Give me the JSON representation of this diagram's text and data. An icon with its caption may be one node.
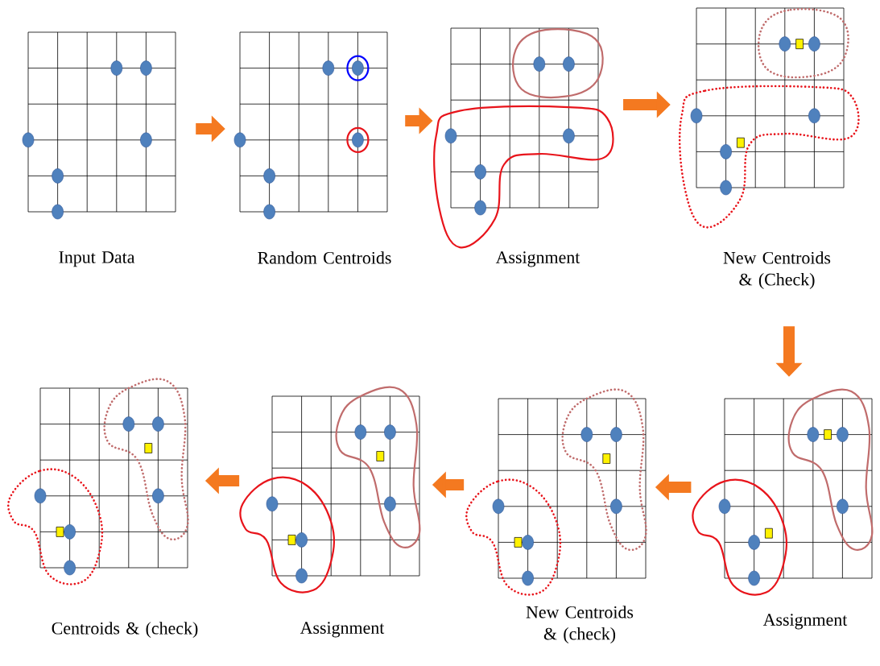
{
  "diagram": {
    "nodes": [
      {
        "text": [
          "Input Data"
        ]
      },
      {
        "text": [
          "Random Centroids"
        ]
      },
      {
        "text": [
          "Assignment"
        ]
      },
      {
        "text": [
          "New Centroids & (Check)"
        ]
      },
      {
        "text": [
          "Assignment"
        ]
      },
      {
        "text": [
          "New Centroids & (check)"
        ]
      },
      {
        "text": [
          "Assignment"
        ]
      },
      {
        "text": [
          "Centroids & (check)"
        ]
      }
    ],
    "edges": [
      {
        "from": 0,
        "to": 1,
        "arrow": "to"
      },
      {
        "from": 1,
        "to": 2,
        "arrow": "to"
      },
      {
        "from": 2,
        "to": 3,
        "arrow": "to"
      },
      {
        "from": 3,
        "to": 4,
        "arrow": "to"
      },
      {
        "from": 4,
        "to": 5,
        "arrow": "to"
      },
      {
        "from": 5,
        "to": 6,
        "arrow": "to"
      },
      {
        "from": 6,
        "to": 7,
        "arrow": "to"
      }
    ]
  }
}
